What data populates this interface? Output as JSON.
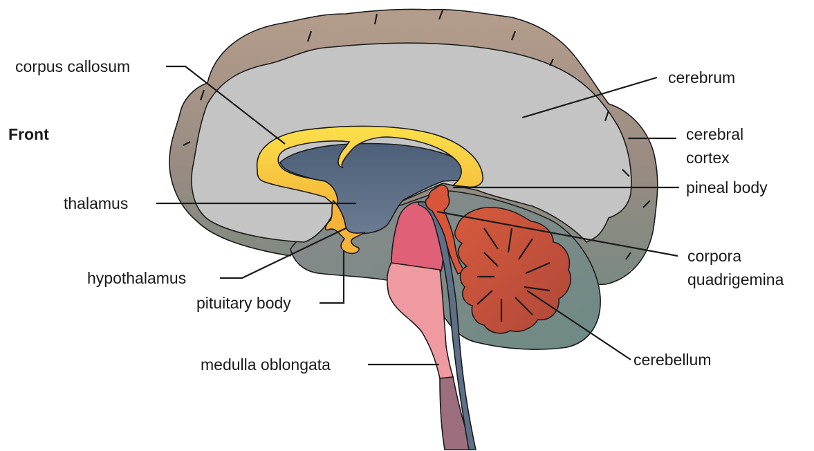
{
  "orientation_label": "Front",
  "labels": {
    "corpus_callosum": "corpus callosum",
    "thalamus": "thalamus",
    "hypothalamus": "hypothalamus",
    "pituitary_body": "pituitary body",
    "medulla_oblongata": "medulla oblongata",
    "cerebrum": "cerebrum",
    "cerebral_cortex_line1": "cerebral",
    "cerebral_cortex_line2": "cortex",
    "pineal_body": "pineal body",
    "corpora_quadrigemina_line1": "corpora",
    "corpora_quadrigemina_line2": "quadrigemina",
    "cerebellum": "cerebellum"
  },
  "colors": {
    "cortex": "#a89384",
    "cerebrum": "#c4c4c4",
    "inner_region": "#7f8e8f",
    "ventricle": "#5e7088",
    "corpus_callosum": "#f8cf3a",
    "hypothalamus": "#f5b33a",
    "cerebellum": "#c8533c",
    "pineal": "#d9553a",
    "brainstem_upper": "#e06078",
    "brainstem_lower": "#ee9aa0",
    "spinal_cord": "#9c6e7e"
  }
}
